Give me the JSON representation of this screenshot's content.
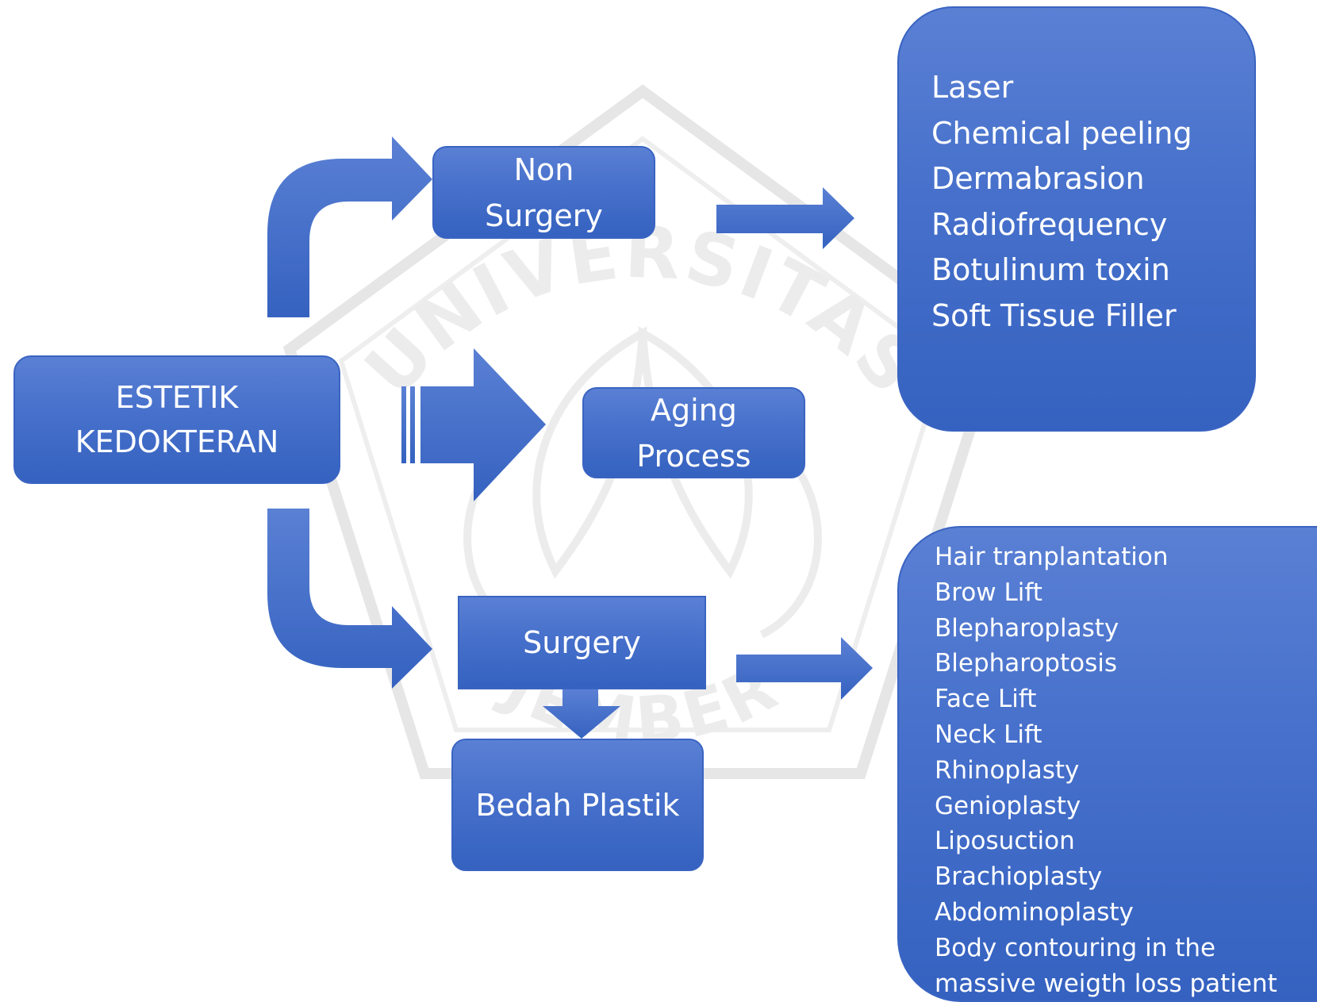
{
  "colors": {
    "box_fill_top": "#5a80d4",
    "box_fill_bottom": "#3562c0",
    "text": "#ffffff",
    "watermark": "#cfcfcf"
  },
  "nodes": {
    "estetik": [
      "ESTETIK",
      "KEDOKTERAN"
    ],
    "non_surgery": [
      "Non",
      "Surgery"
    ],
    "aging": [
      "Aging",
      "Process"
    ],
    "surgery": [
      "Surgery"
    ],
    "bedah_plastik": [
      "Bedah Plastik"
    ]
  },
  "non_surgery_list": [
    "Laser",
    "Chemical peeling",
    "Dermabrasion",
    "Radiofrequency",
    "Botulinum toxin",
    "Soft Tissue Filler"
  ],
  "surgery_list": [
    "Hair tranplantation",
    "Brow Lift",
    "Blepharoplasty",
    "Blepharoptosis",
    "Face Lift",
    "Neck Lift",
    "Rhinoplasty",
    "Genioplasty",
    "Liposuction",
    "Brachioplasty",
    "Abdominoplasty",
    "Body contouring in the",
    "massive weigth loss patient"
  ],
  "watermark": {
    "top_text": "UNIVERSITAS",
    "bottom_text": "JEMBER"
  }
}
